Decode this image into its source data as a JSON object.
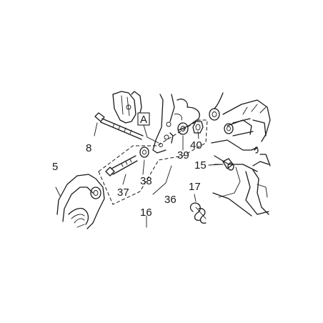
{
  "callouts": {
    "c5": "5",
    "c8": "8",
    "c15": "15",
    "c16": "16",
    "c17": "17",
    "c36": "36",
    "c37": "37",
    "c38": "38",
    "c39": "39",
    "c40": "40",
    "detail": "A"
  }
}
